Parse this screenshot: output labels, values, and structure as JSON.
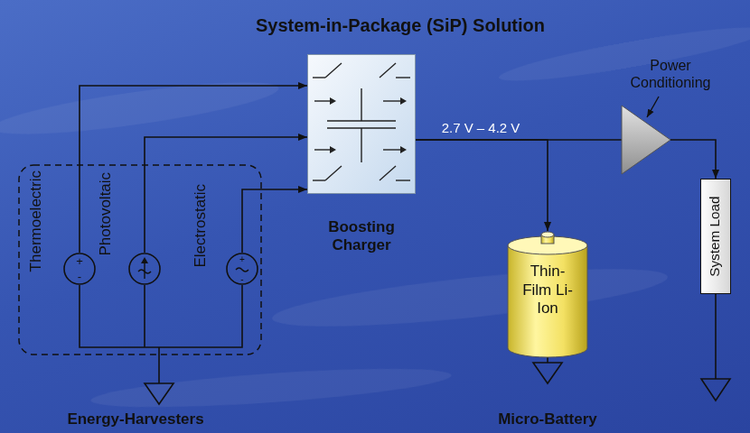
{
  "diagram": {
    "title": "System-in-Package (SiP) Solution",
    "nodes": [
      {
        "text": [
          "Energy-Harvesters"
        ]
      },
      {
        "text": [
          "Thermoelectric",
          "+",
          "-"
        ],
        "in": 0
      },
      {
        "text": [
          "Photovoltaic"
        ],
        "in": 0
      },
      {
        "text": [
          "Electrostatic",
          "+",
          "-"
        ],
        "in": 0
      },
      {
        "text": [
          "Boosting Charger"
        ]
      },
      {
        "text": [
          "Thin-Film Li-Ion",
          "Micro-Battery"
        ]
      },
      {
        "text": [
          "Power Conditioning"
        ]
      },
      {
        "text": [
          "System Load"
        ]
      }
    ],
    "edges": [
      {
        "from": 1,
        "to": 4,
        "arrow": "to"
      },
      {
        "from": 2,
        "to": 4,
        "arrow": "to"
      },
      {
        "from": 3,
        "to": 4,
        "arrow": "to"
      },
      {
        "from": 4,
        "to": 6,
        "label": "2.7 V – 4.2 V",
        "arrow": "none"
      },
      {
        "from": 4,
        "to": 5,
        "arrow": "to"
      },
      {
        "from": 6,
        "to": 7,
        "arrow": "to"
      }
    ]
  }
}
